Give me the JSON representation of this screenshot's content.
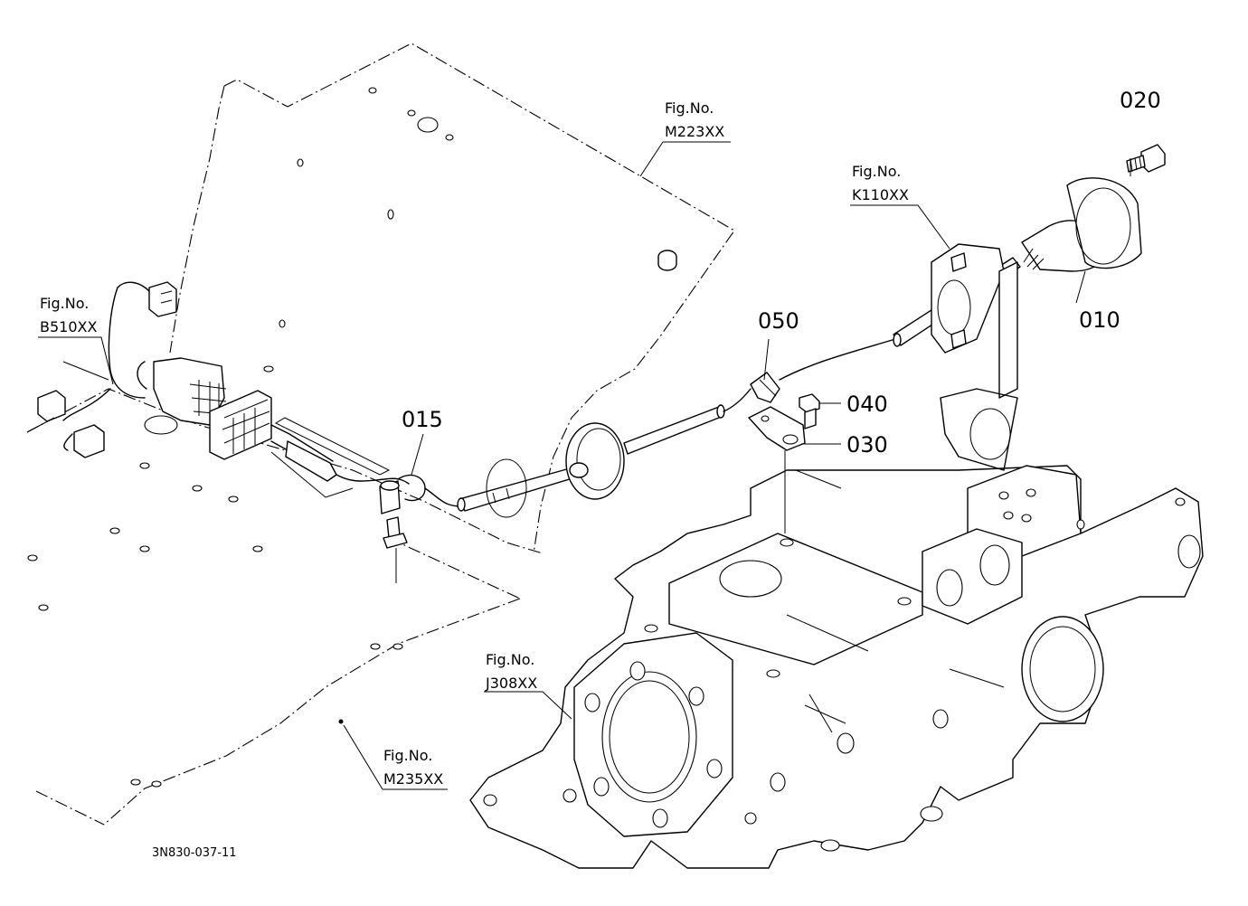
{
  "drawing_code": "3N830-037-11",
  "part_numbers": {
    "p010": "010",
    "p015": "015",
    "p020": "020",
    "p030": "030",
    "p040": "040",
    "p050": "050"
  },
  "figure_refs": {
    "b510": {
      "title": "Fig.No.",
      "code": "B510XX"
    },
    "m223": {
      "title": "Fig.No.",
      "code": "M223XX"
    },
    "k110": {
      "title": "Fig.No.",
      "code": "K110XX"
    },
    "j308": {
      "title": "Fig.No.",
      "code": "J308XX"
    },
    "m235": {
      "title": "Fig.No.",
      "code": "M235XX"
    }
  }
}
